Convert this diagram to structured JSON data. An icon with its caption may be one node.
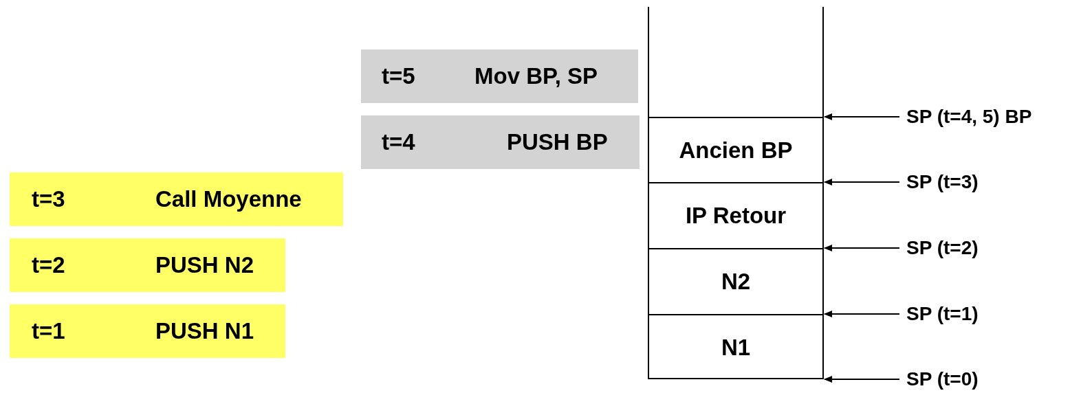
{
  "diagram": {
    "nodes": [
      {
        "text": [
          "t=5",
          "Mov BP, SP"
        ]
      },
      {
        "text": [
          "t=4",
          "PUSH BP"
        ]
      },
      {
        "text": [
          "t=3",
          "Call Moyenne"
        ]
      },
      {
        "text": [
          "t=2",
          "PUSH N2"
        ]
      },
      {
        "text": [
          "t=1",
          "PUSH N1"
        ]
      },
      {
        "text": [],
        "shape": "box"
      },
      {
        "text": [
          "Ancien BP"
        ],
        "in": 5
      },
      {
        "text": [
          "IP Retour"
        ],
        "in": 5
      },
      {
        "text": [
          "N2"
        ],
        "in": 5
      },
      {
        "text": [
          "N1"
        ],
        "in": 5
      },
      {
        "text": [
          "SP (t=4, 5) BP"
        ]
      },
      {
        "text": [
          "SP (t=3)"
        ]
      },
      {
        "text": [
          "SP (t=2)"
        ]
      },
      {
        "text": [
          "SP (t=1)"
        ]
      },
      {
        "text": [
          "SP (t=0)"
        ]
      }
    ],
    "edges": [
      {
        "from": 10,
        "to": 5,
        "arrow": "to"
      },
      {
        "from": 11,
        "to": 5,
        "arrow": "to"
      },
      {
        "from": 12,
        "to": 5,
        "arrow": "to"
      },
      {
        "from": 13,
        "to": 5,
        "arrow": "to"
      },
      {
        "from": 14,
        "to": 5,
        "arrow": "to"
      }
    ]
  }
}
